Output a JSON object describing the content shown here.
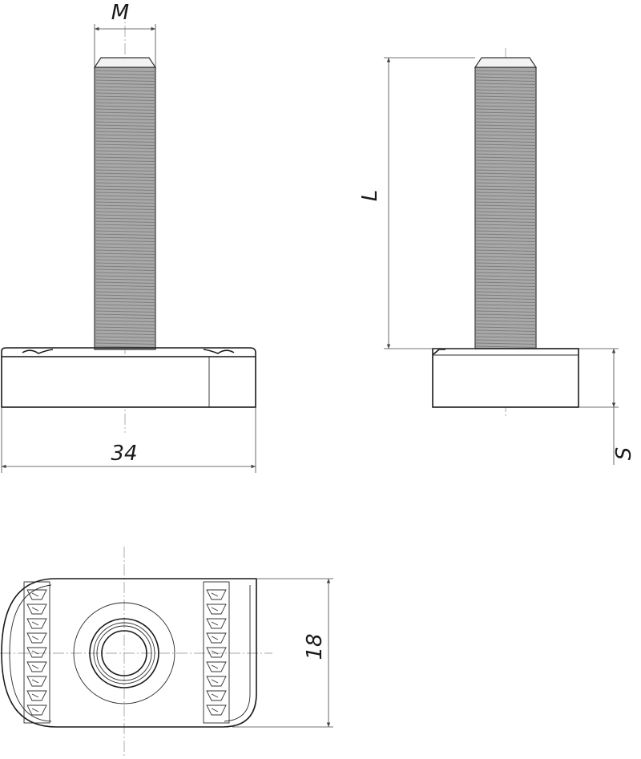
{
  "dimensions": {
    "thread_size": "M",
    "length": "L",
    "width": "34",
    "thickness": "S",
    "depth": "18"
  },
  "colors": {
    "line": "#1a1a1a",
    "thread": "#a9a9a9",
    "centerline": "#8a8a8a"
  }
}
